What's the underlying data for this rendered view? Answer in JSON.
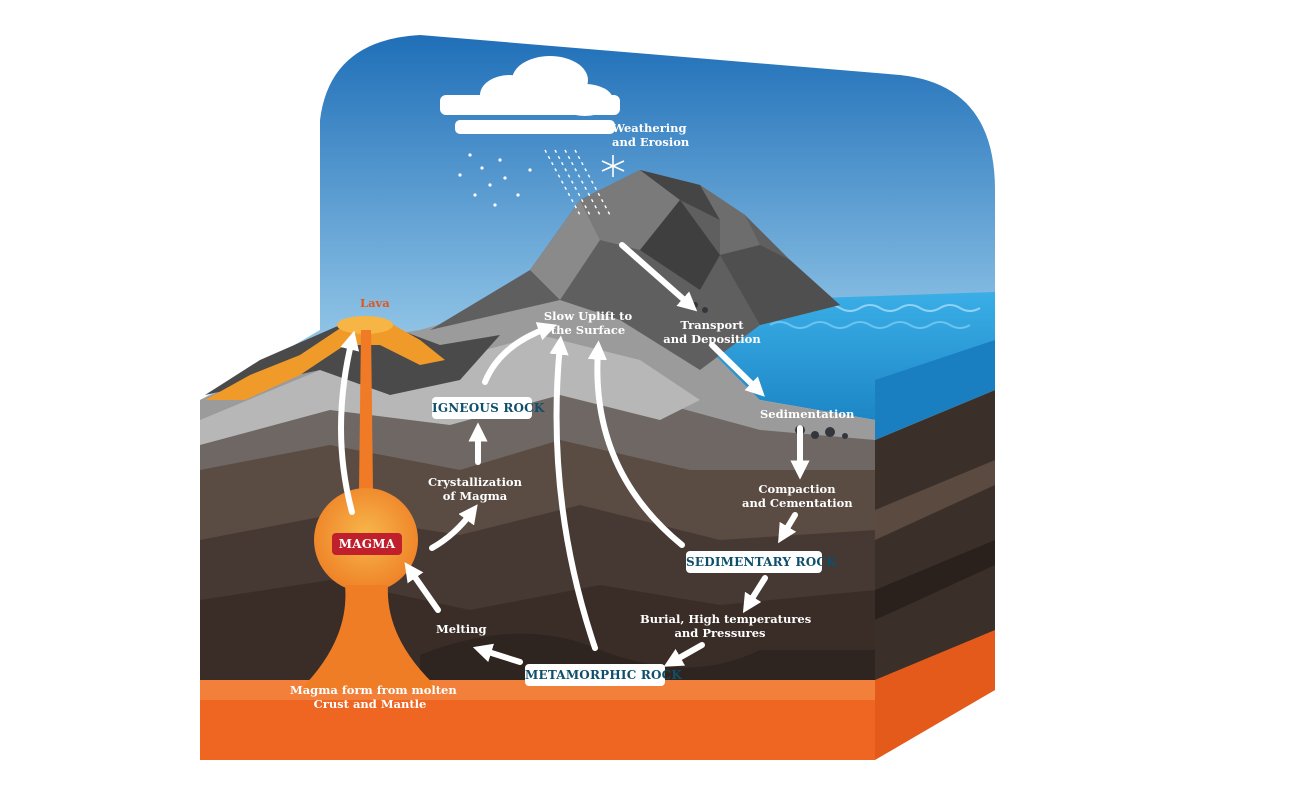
{
  "labels": {
    "lava": "Lava",
    "weathering_line1": "Weathering",
    "weathering_line2": "and Erosion",
    "transport_line1": "Transport",
    "transport_line2": "and Deposition",
    "sedimentation": "Sedimentation",
    "compaction_line1": "Compaction",
    "compaction_line2": "and Cementation",
    "burial_line1": "Burial, High temperatures",
    "burial_line2": "and Pressures",
    "melting": "Melting",
    "crystallization_line1": "Crystallization",
    "crystallization_line2": "of Magma",
    "uplift_line1": "Slow Uplift to",
    "uplift_line2": "the Surface",
    "magma_form_line1": "Magma form from molten",
    "magma_form_line2": "Crust and Mantle"
  },
  "boxes": {
    "igneous": "IGNEOUS ROCK",
    "sedimentary": "SEDIMENTARY ROCK",
    "metamorphic": "METAMORPHIC ROCK",
    "magma": "MAGMA"
  },
  "colors": {
    "sky_top": "#1f6fb8",
    "sky_bottom": "#9fd0ee",
    "sea": "#2a9fdc",
    "magma": "#f39a2e",
    "mantle": "#f06a22",
    "box_text": "#0f4f6b",
    "magma_box": "#c0202c"
  }
}
